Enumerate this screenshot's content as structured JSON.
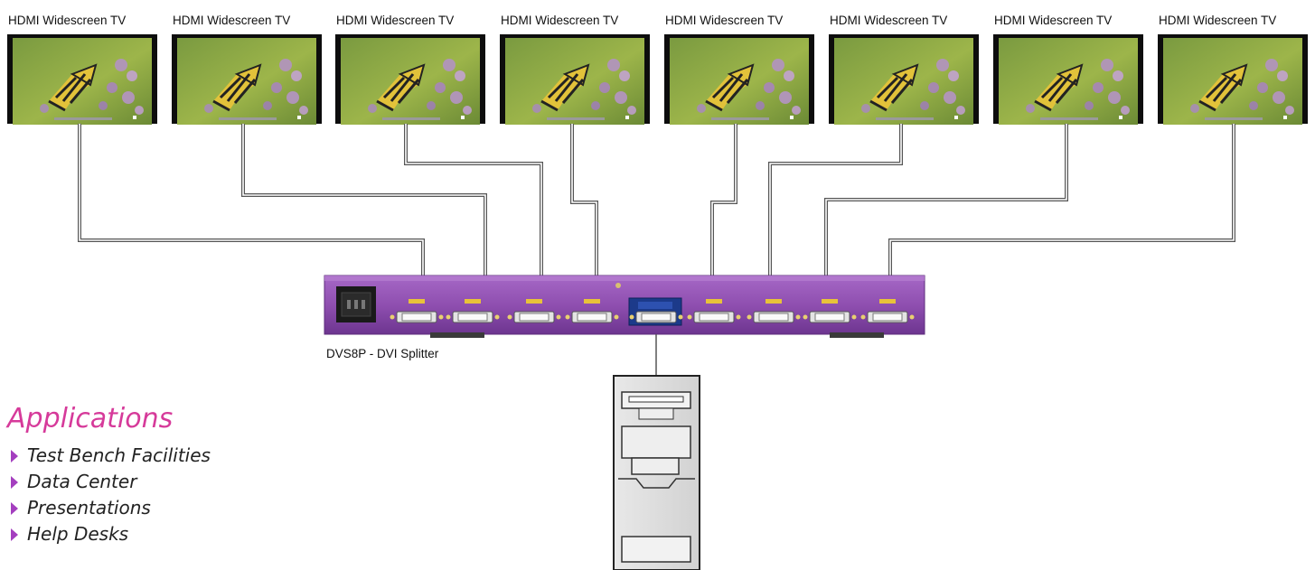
{
  "tvs": [
    {
      "label": "HDMI Widescreen TV"
    },
    {
      "label": "HDMI Widescreen TV"
    },
    {
      "label": "HDMI Widescreen TV"
    },
    {
      "label": "HDMI Widescreen TV"
    },
    {
      "label": "HDMI Widescreen TV"
    },
    {
      "label": "HDMI Widescreen TV"
    },
    {
      "label": "HDMI Widescreen TV"
    },
    {
      "label": "HDMI Widescreen TV"
    }
  ],
  "splitter": {
    "label": "DVS8P - DVI Splitter",
    "color": "#8f4fb0"
  },
  "applications": {
    "title": "Applications",
    "title_color": "#d63a9a",
    "items": [
      "Test Bench Facilities",
      "Data Center",
      "Presentations",
      "Help Desks"
    ]
  }
}
